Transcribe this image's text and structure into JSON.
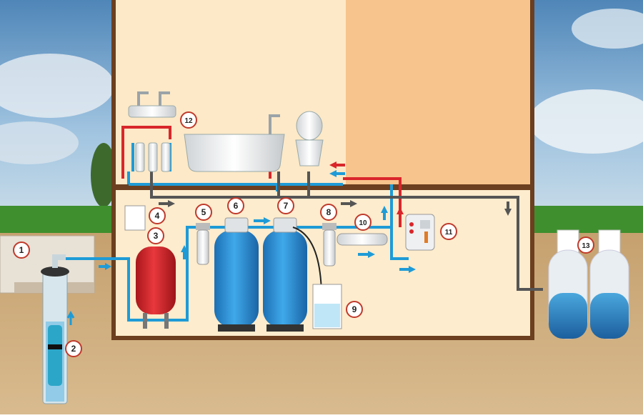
{
  "callouts": [
    {
      "id": "1",
      "label": "1"
    },
    {
      "id": "2",
      "label": "2"
    },
    {
      "id": "3",
      "label": "3"
    },
    {
      "id": "4",
      "label": "4"
    },
    {
      "id": "5",
      "label": "5"
    },
    {
      "id": "6",
      "label": "6"
    },
    {
      "id": "7",
      "label": "7"
    },
    {
      "id": "8",
      "label": "8"
    },
    {
      "id": "9",
      "label": "9"
    },
    {
      "id": "10",
      "label": "10"
    },
    {
      "id": "11",
      "label": "11"
    },
    {
      "id": "12",
      "label": "12"
    },
    {
      "id": "13",
      "label": "13"
    }
  ],
  "colors": {
    "cold_pipe": "#1e9bd7",
    "hot_pipe": "#d9262b",
    "drain_pipe": "#555555",
    "house_wall": "#6b3f1f",
    "room_left": "#fde9c7",
    "room_right": "#f8c48d",
    "basement": "#fdeccd",
    "ground": "#c9a878",
    "grass": "#3f8f2e",
    "sky": "#6b9fc8",
    "tank_blue": "#2f93d6",
    "tank_red": "#d4242a",
    "callout_ring": "#c0392b"
  },
  "icons": {
    "flow_arrow": "arrow-icon",
    "faucet": "faucet-icon"
  }
}
